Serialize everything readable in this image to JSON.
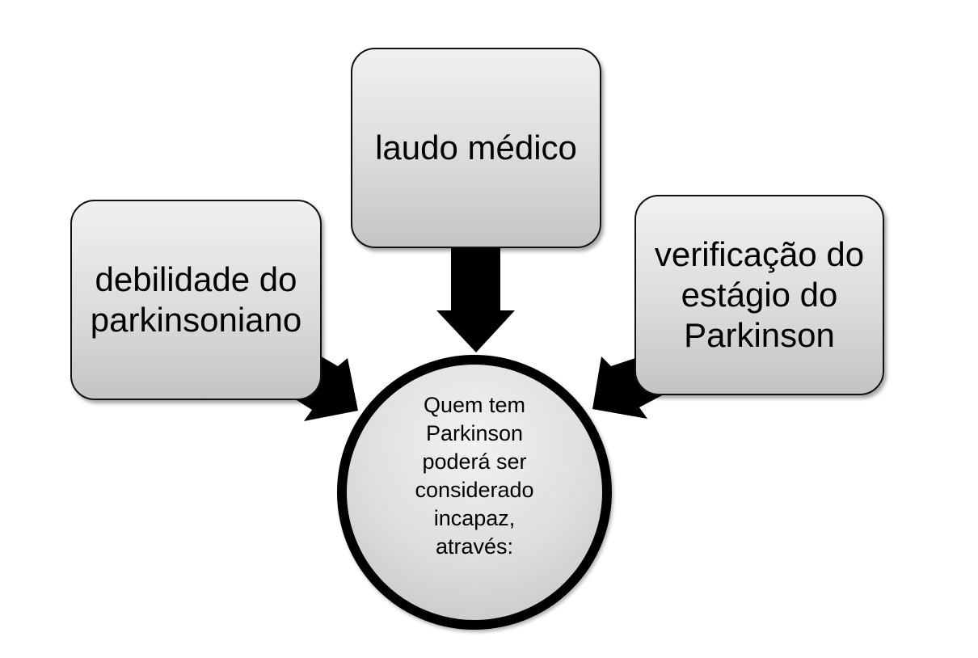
{
  "diagram": {
    "center": {
      "text": "Quem tem\nParkinson\npoderá  ser\nconsiderado\nincapaz,\natravés:"
    },
    "nodes": [
      {
        "id": "top",
        "text": "laudo médico"
      },
      {
        "id": "left",
        "text": "debilidade do\nparkinsoniano"
      },
      {
        "id": "right",
        "text": "verificação do\nestágio do\nParkinson"
      }
    ],
    "edges": [
      {
        "from": "top",
        "to": "center",
        "style": "block-arrow"
      },
      {
        "from": "left",
        "to": "center",
        "style": "block-arrow"
      },
      {
        "from": "right",
        "to": "center",
        "style": "block-arrow"
      }
    ],
    "colors": {
      "box_fill_top": "#f0f0f0",
      "box_fill_bottom": "#c4c4c4",
      "border": "#111111",
      "arrow": "#000000",
      "text": "#000000"
    }
  }
}
